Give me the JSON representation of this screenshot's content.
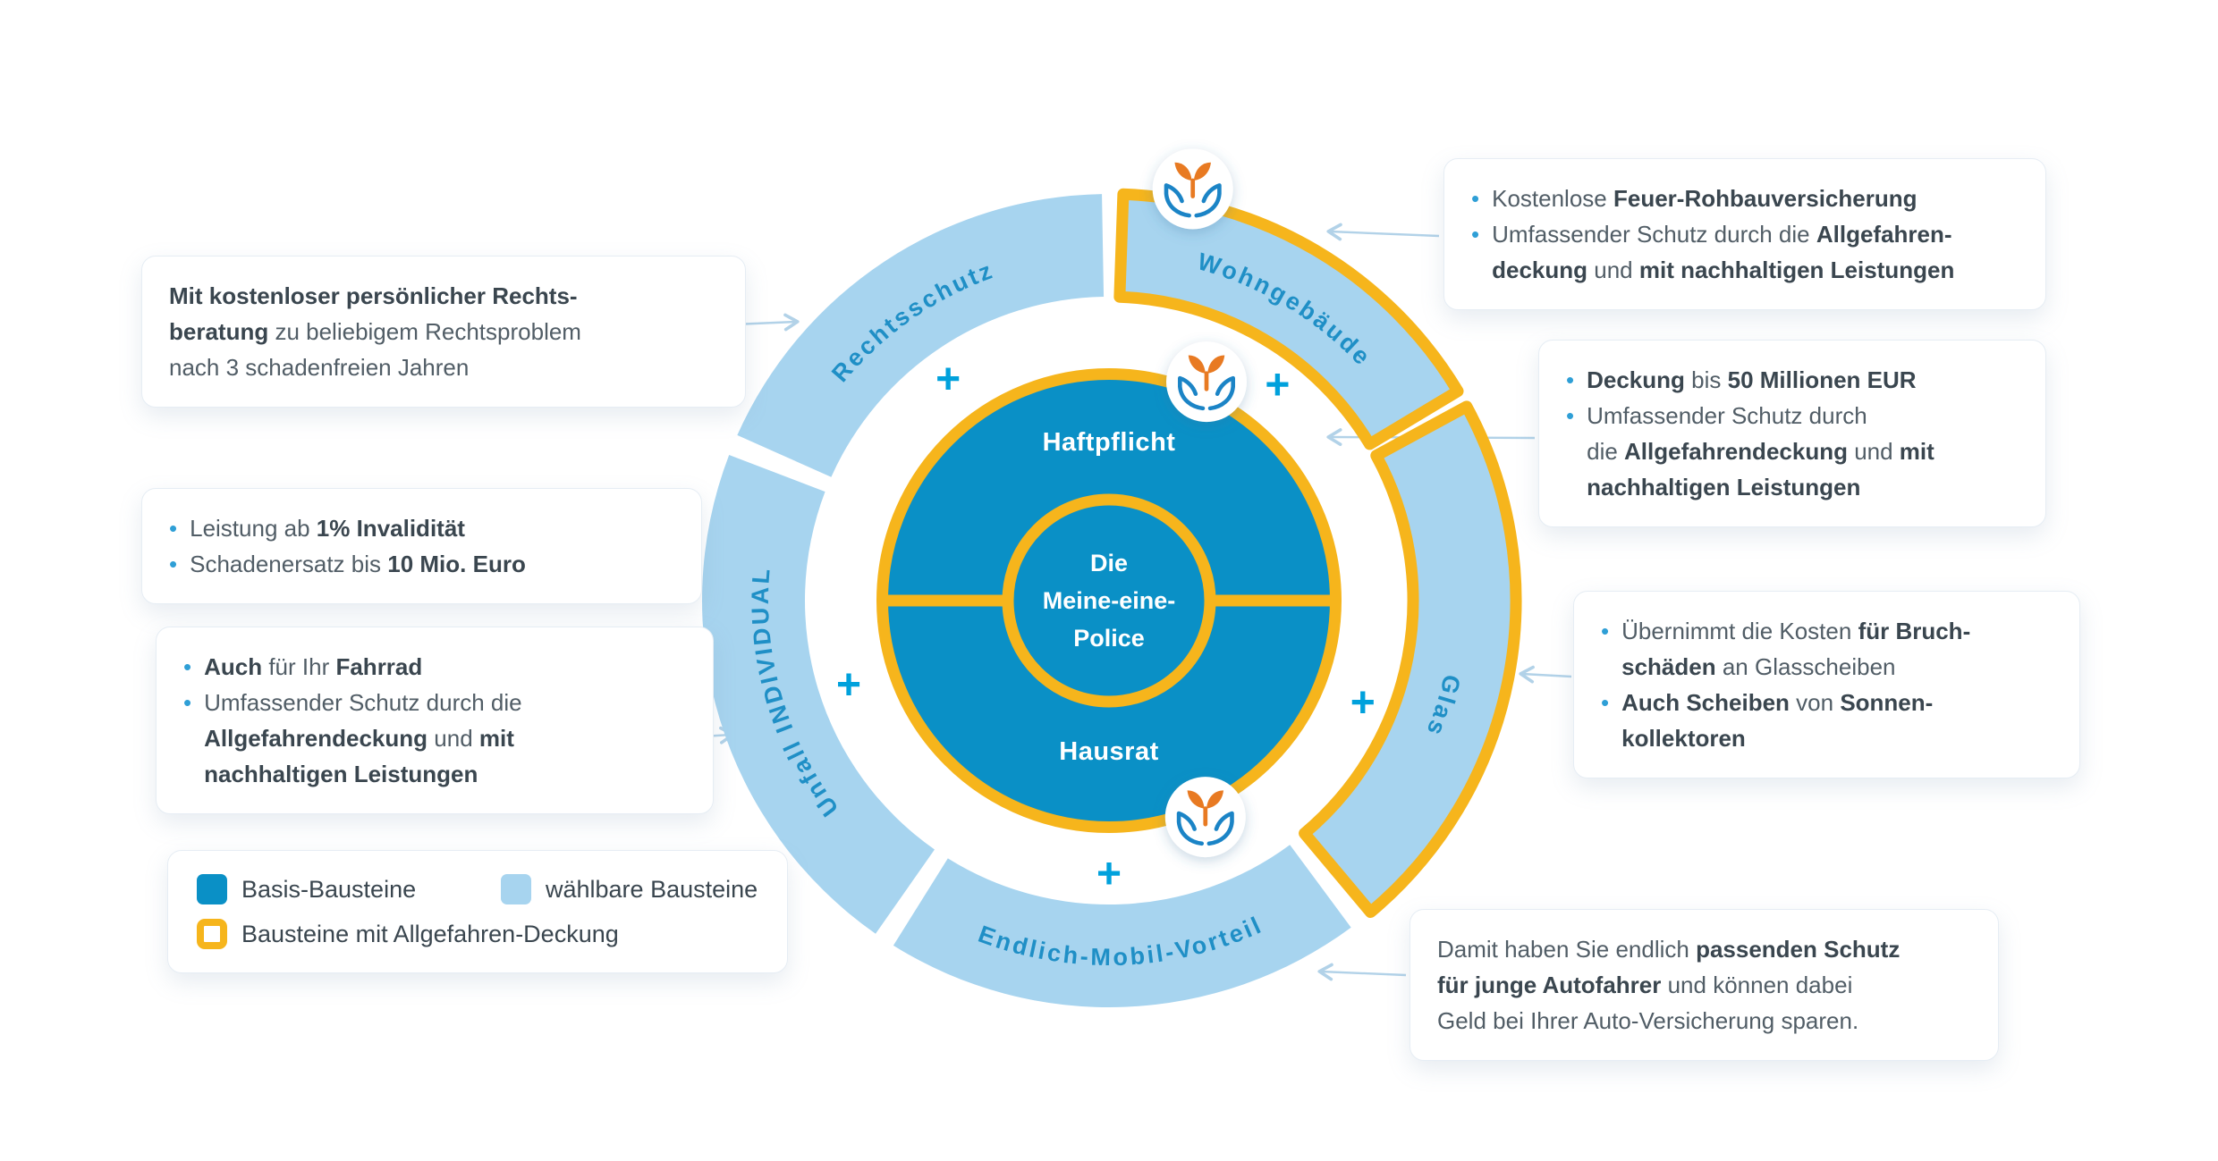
{
  "ui": {
    "bullet": "•"
  },
  "colors": {
    "basis": "#0a90c6",
    "waehlbar": "#a7d4ef",
    "allgefahren": "#f6b51c",
    "plus": "#00a1dc",
    "ring_label": "#1f8fc6",
    "text": "#515d66",
    "text_bold": "#3a464f",
    "bullet": "#2f9fd6",
    "arrow": "#b2d2e8",
    "sprout_orange": "#e87a22",
    "hand_blue": "#1b84c6"
  },
  "wheel": {
    "plus": "+",
    "center": {
      "line1": "Die",
      "line2": "Meine-eine-",
      "line3": "Police"
    },
    "basis": {
      "top": "Haftpflicht",
      "bottom": "Hausrat"
    },
    "ring": {
      "rechtsschutz": "Rechtsschutz",
      "wohngebaeude": "Wohngebäude",
      "glas": "Glas",
      "endlich": "Endlich-Mobil-Vorteil",
      "unfall": "Unfall INDIVIDUAL"
    }
  },
  "legend": {
    "basis": "Basis-Bausteine",
    "waehlbar": "wählbare Bausteine",
    "allgefahren": "Bausteine mit Allgefahren-Deckung"
  },
  "callouts": {
    "rechtsschutz": {
      "lines": [
        [
          {
            "t": "Mit kostenloser persönlicher Rechts-",
            "b": true
          }
        ],
        [
          {
            "t": "beratung",
            "b": true
          },
          {
            "t": " zu beliebigem Rechtsproblem",
            "b": false
          }
        ],
        [
          {
            "t": "nach 3 schadenfreien Jahren",
            "b": false
          }
        ]
      ]
    },
    "unfall": {
      "items": [
        {
          "lines": [
            [
              {
                "t": "Leistung ab ",
                "b": false
              },
              {
                "t": "1% Invalidität",
                "b": true
              }
            ]
          ]
        },
        {
          "lines": [
            [
              {
                "t": "Schadenersatz bis ",
                "b": false
              },
              {
                "t": "10 Mio. Euro",
                "b": true
              }
            ]
          ]
        }
      ]
    },
    "fahrrad": {
      "items": [
        {
          "lines": [
            [
              {
                "t": "Auch",
                "b": true
              },
              {
                "t": " für Ihr ",
                "b": false
              },
              {
                "t": "Fahrrad",
                "b": true
              }
            ]
          ]
        },
        {
          "lines": [
            [
              {
                "t": "Umfassender Schutz durch die",
                "b": false
              }
            ],
            [
              {
                "t": "Allgefahrendeckung",
                "b": true
              },
              {
                "t": " und ",
                "b": false
              },
              {
                "t": "mit",
                "b": true
              }
            ],
            [
              {
                "t": "nachhaltigen Leistungen",
                "b": true
              }
            ]
          ]
        }
      ]
    },
    "wohngebaeude": {
      "items": [
        {
          "lines": [
            [
              {
                "t": "Kostenlose ",
                "b": false
              },
              {
                "t": "Feuer-Rohbauversicherung",
                "b": true
              }
            ]
          ]
        },
        {
          "lines": [
            [
              {
                "t": "Umfassender Schutz durch die ",
                "b": false
              },
              {
                "t": "Allgefahren-",
                "b": true
              }
            ],
            [
              {
                "t": "deckung",
                "b": true
              },
              {
                "t": " und ",
                "b": false
              },
              {
                "t": "mit nachhaltigen Leistungen",
                "b": true
              }
            ]
          ]
        }
      ]
    },
    "deckung": {
      "items": [
        {
          "lines": [
            [
              {
                "t": "Deckung",
                "b": true
              },
              {
                "t": " bis ",
                "b": false
              },
              {
                "t": "50 Millionen EUR",
                "b": true
              }
            ]
          ]
        },
        {
          "lines": [
            [
              {
                "t": "Umfassender Schutz durch",
                "b": false
              }
            ],
            [
              {
                "t": "die ",
                "b": false
              },
              {
                "t": "Allgefahrendeckung",
                "b": true
              },
              {
                "t": " und ",
                "b": false
              },
              {
                "t": "mit",
                "b": true
              }
            ],
            [
              {
                "t": "nachhaltigen Leistungen",
                "b": true
              }
            ]
          ]
        }
      ]
    },
    "glas": {
      "items": [
        {
          "lines": [
            [
              {
                "t": "Übernimmt die Kosten ",
                "b": false
              },
              {
                "t": "für Bruch-",
                "b": true
              }
            ],
            [
              {
                "t": "schäden",
                "b": true
              },
              {
                "t": " an Glasscheiben",
                "b": false
              }
            ]
          ]
        },
        {
          "lines": [
            [
              {
                "t": "Auch Scheiben",
                "b": true
              },
              {
                "t": " von ",
                "b": false
              },
              {
                "t": "Sonnen-",
                "b": true
              }
            ],
            [
              {
                "t": "kollektoren",
                "b": true
              }
            ]
          ]
        }
      ]
    },
    "mobil": {
      "lines": [
        [
          {
            "t": "Damit haben Sie endlich ",
            "b": false
          },
          {
            "t": "passenden Schutz",
            "b": true
          }
        ],
        [
          {
            "t": "für junge Autofahrer",
            "b": true
          },
          {
            "t": " und können dabei",
            "b": false
          }
        ],
        [
          {
            "t": "Geld bei Ihrer Auto-Versicherung sparen.",
            "b": false
          }
        ]
      ]
    }
  }
}
